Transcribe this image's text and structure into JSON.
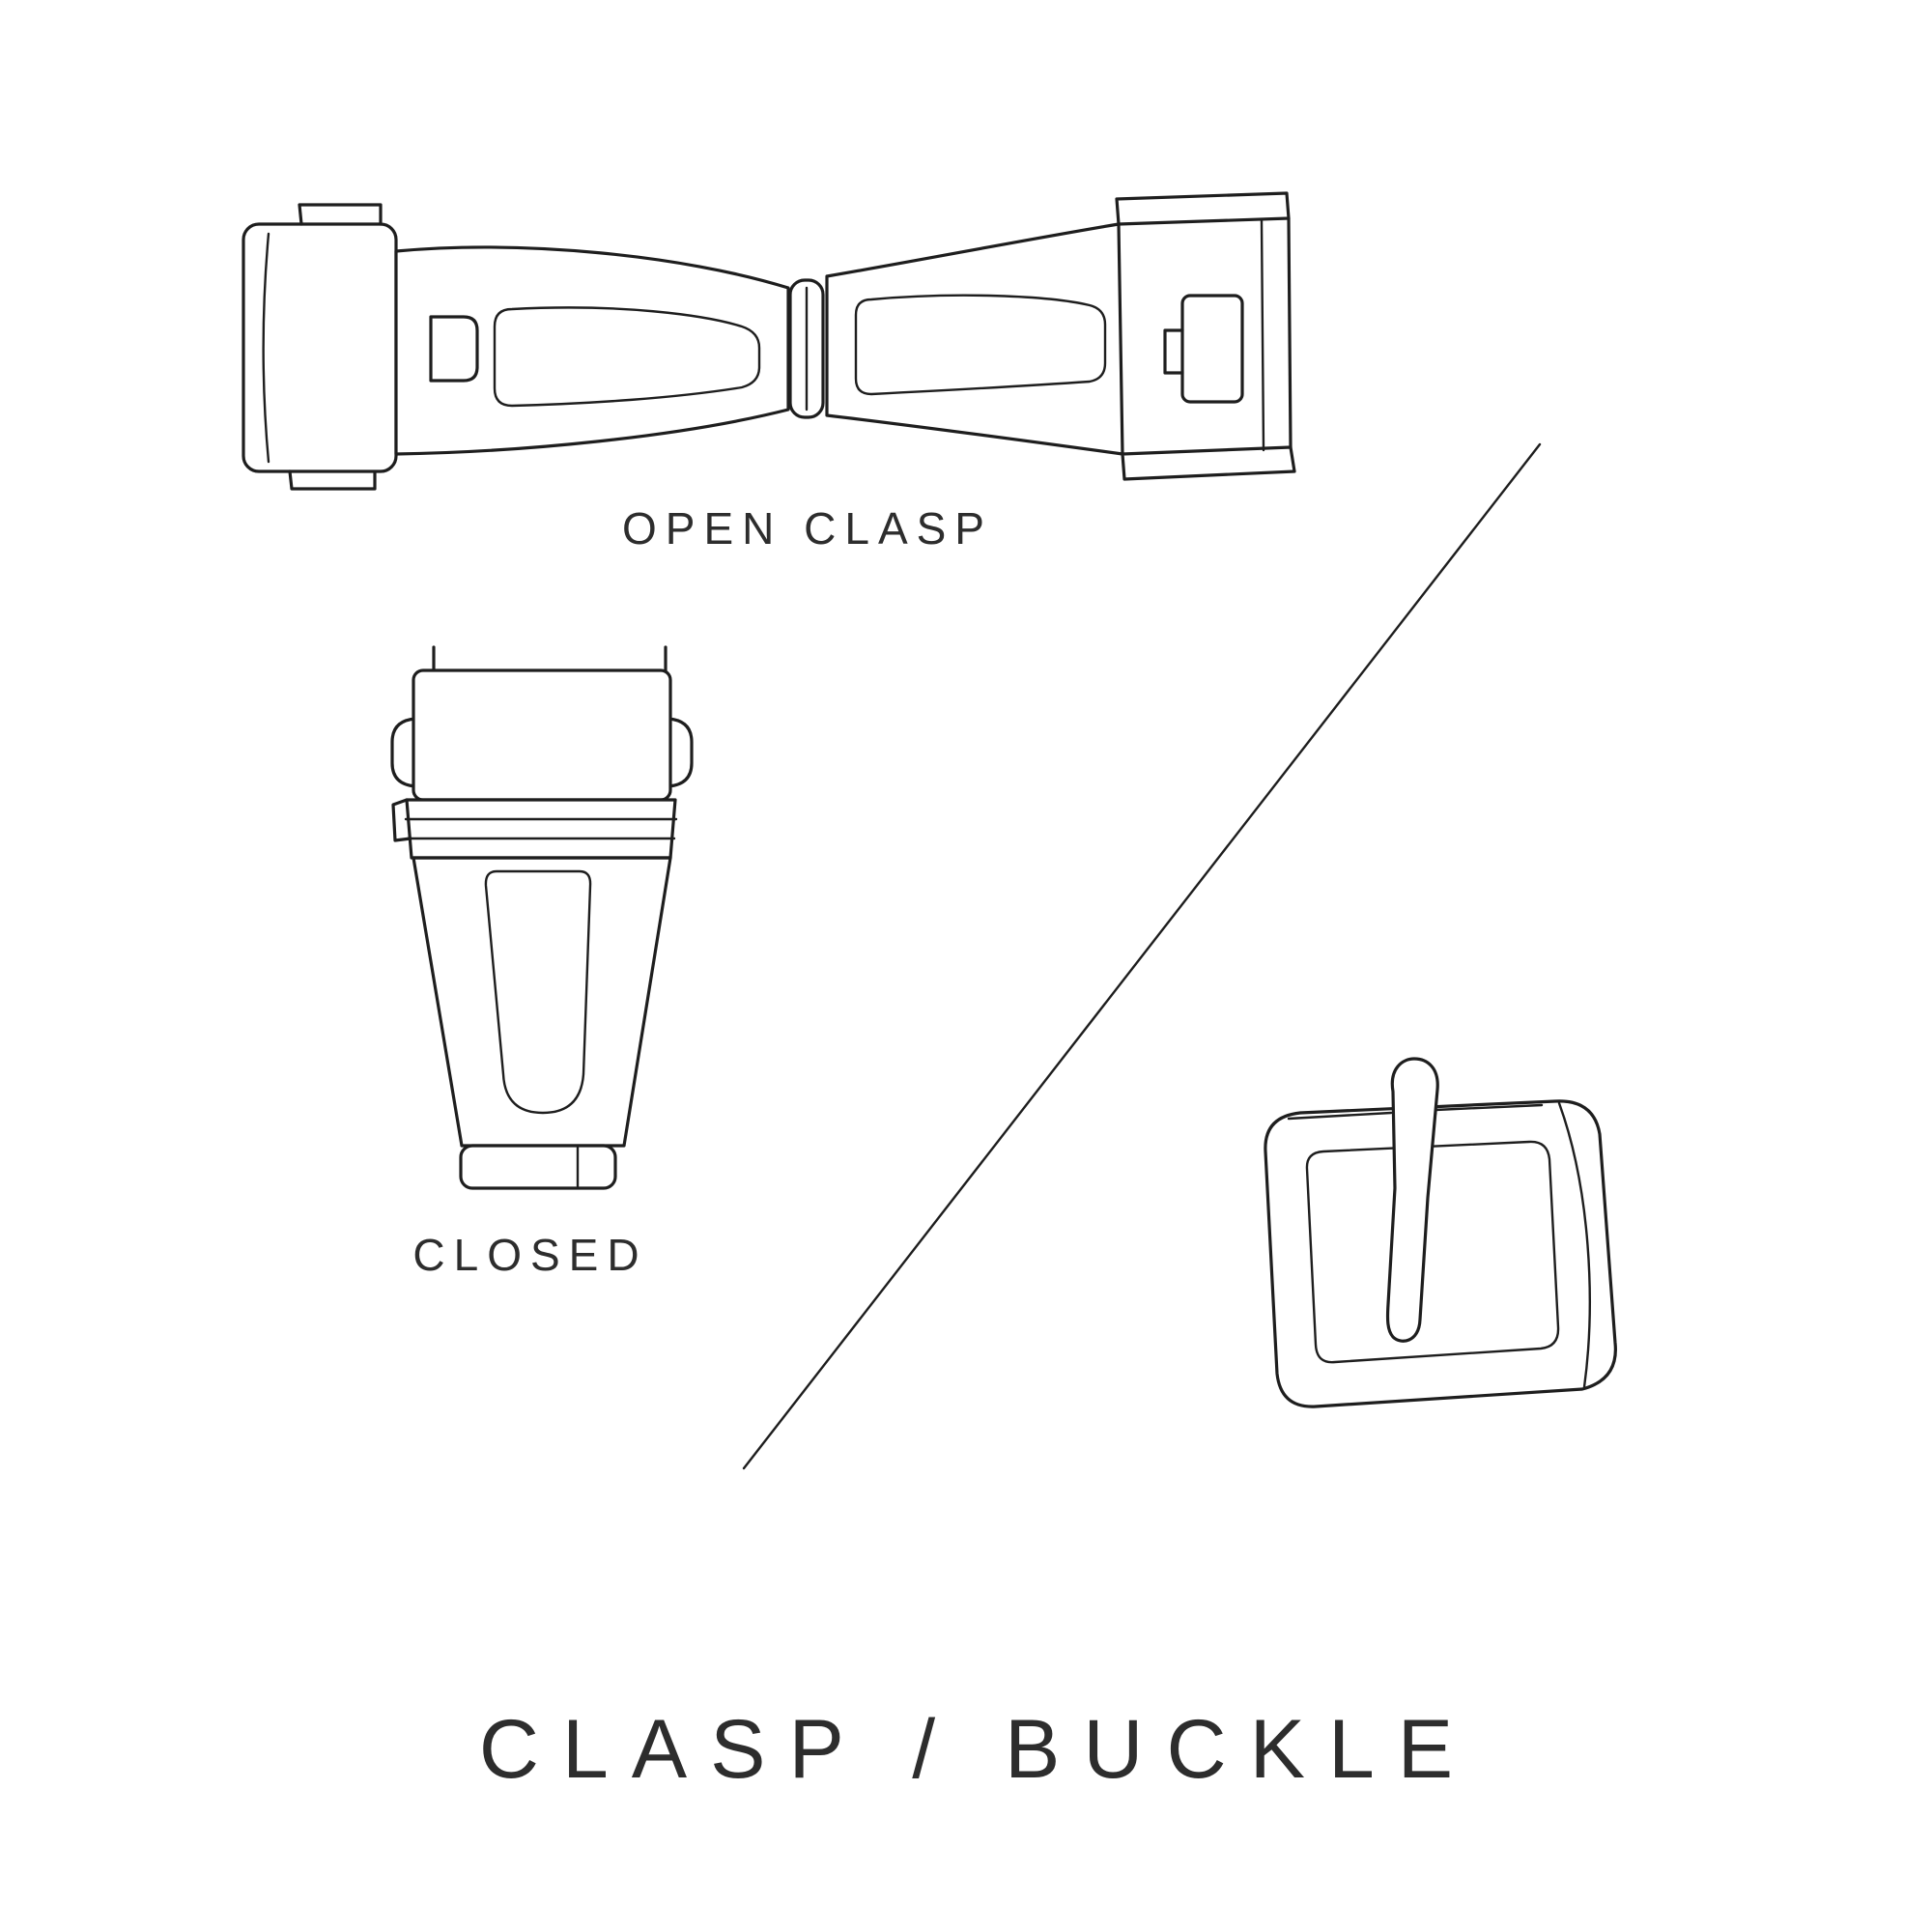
{
  "page": {
    "background": "#ffffff",
    "line_color": "#1e1e1e",
    "text_color": "#2d2d2d"
  },
  "labels": {
    "open_clasp": "OPEN CLASP",
    "closed": "CLOSED",
    "title": "CLASP / BUCKLE"
  },
  "illustrations": [
    {
      "name": "open-clasp-illustration"
    },
    {
      "name": "closed-clasp-illustration"
    },
    {
      "name": "tang-buckle-illustration"
    },
    {
      "name": "divider-line"
    }
  ]
}
